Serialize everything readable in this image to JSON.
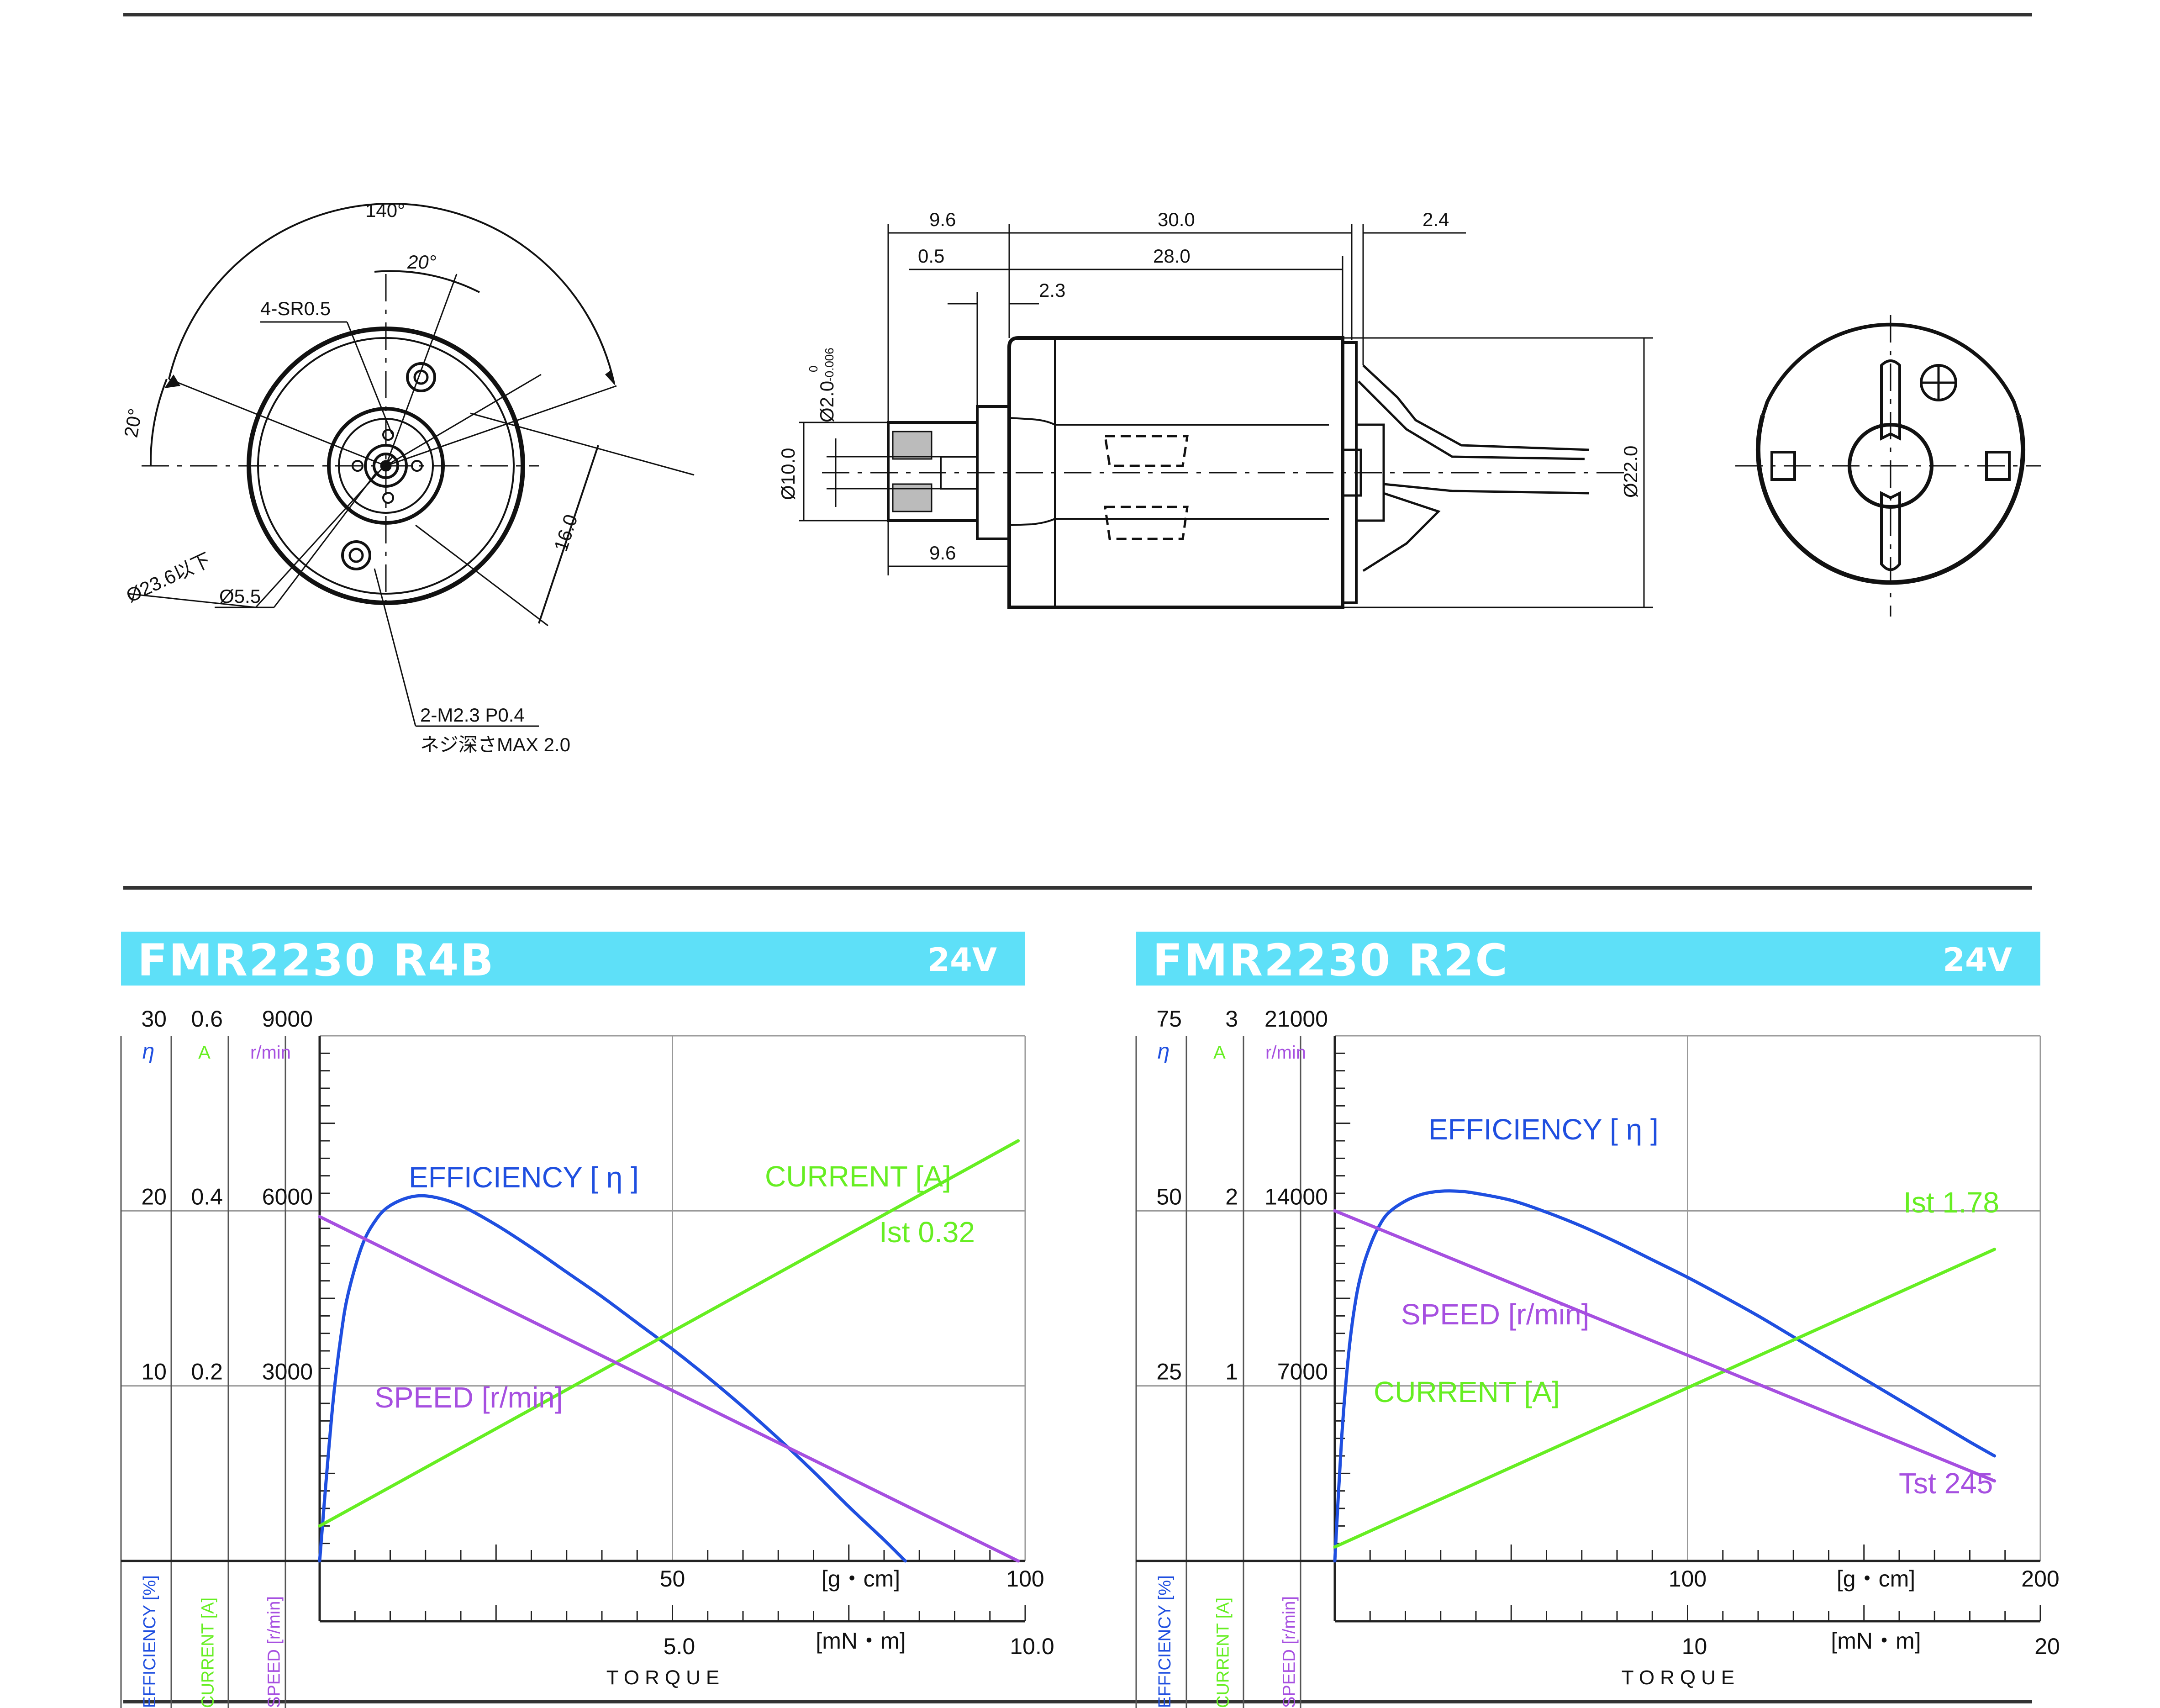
{
  "drawing": {
    "front_view": {
      "angle_140": "140°",
      "angle_20_top": "20°",
      "angle_20_left": "20°",
      "sr_label": "4-SR0.5",
      "dia_23_6": "Ø23.6以下",
      "dia_5_5": "Ø5.5",
      "dim_16": "16.0",
      "thread_1": "2-M2.3 P0.4",
      "thread_2": "ネジ深さMAX 2.0"
    },
    "side_view": {
      "dim_9_6_top": "9.6",
      "dim_30": "30.0",
      "dim_2_4": "2.4",
      "dim_0_5": "0.5",
      "dim_28": "28.0",
      "dim_2_3": "2.3",
      "shaft_dia": "Ø2.0",
      "shaft_tol_upper": "0",
      "shaft_tol_lower": "-0.006",
      "dia_10": "Ø10.0",
      "dia_22": "Ø22.0",
      "dim_9_6_bottom": "9.6"
    }
  },
  "legend_labels": {
    "efficiency": "EFFICIENCY [%]",
    "current": "CURRENT [A]",
    "speed": "SPEED [r/min]",
    "torque": "TORQUE",
    "eta_symbol": "η",
    "current_unit": "A",
    "speed_unit": "r/min"
  },
  "chart_data": [
    {
      "type": "line",
      "model": "FMR2230 R4B",
      "voltage": "24V",
      "x_gcm": {
        "max": 100,
        "ticks": [
          "50",
          "100"
        ],
        "unit": "[g・cm]"
      },
      "x_mnm": {
        "max": 10.0,
        "ticks": [
          "5.0",
          "10.0"
        ],
        "unit": "[mN・m]"
      },
      "axes": {
        "efficiency": {
          "max": 30,
          "ticks": [
            "30",
            "20",
            "10"
          ]
        },
        "current": {
          "max": 0.6,
          "ticks": [
            "0.6",
            "0.4",
            "0.2"
          ]
        },
        "speed": {
          "max": 9000,
          "ticks": [
            "9000",
            "6000",
            "3000"
          ]
        }
      },
      "series": [
        {
          "name": "EFFICIENCY [η]",
          "axis": "efficiency",
          "color": "#1f4fe0",
          "points": [
            [
              0,
              0
            ],
            [
              1,
              5
            ],
            [
              2,
              9.5
            ],
            [
              3,
              12.8
            ],
            [
              4,
              15.2
            ],
            [
              6,
              18
            ],
            [
              8,
              19.5
            ],
            [
              10,
              20.3
            ],
            [
              13,
              20.8
            ],
            [
              16,
              20.8
            ],
            [
              20,
              20.3
            ],
            [
              25,
              19.2
            ],
            [
              30,
              17.9
            ],
            [
              35,
              16.5
            ],
            [
              40,
              15.1
            ],
            [
              45,
              13.6
            ],
            [
              50,
              12.1
            ],
            [
              55,
              10.5
            ],
            [
              60,
              8.8
            ],
            [
              65,
              7
            ],
            [
              70,
              5.1
            ],
            [
              75,
              3.1
            ],
            [
              80,
              1.2
            ],
            [
              83,
              0
            ]
          ]
        },
        {
          "name": "CURRENT [A]",
          "axis": "current",
          "color": "#66ee22",
          "points": [
            [
              0,
              0.04
            ],
            [
              99,
              0.48
            ]
          ]
        },
        {
          "name": "SPEED [r/min]",
          "axis": "speed",
          "color": "#a64fe0",
          "points": [
            [
              0,
              5900
            ],
            [
              99,
              0
            ]
          ]
        }
      ],
      "labels": {
        "efficiency": "EFFICIENCY [ η ]",
        "current": "CURRENT [A]",
        "speed": "SPEED [r/min]",
        "stall_current": "Ist 0.32"
      }
    },
    {
      "type": "line",
      "model": "FMR2230 R2C",
      "voltage": "24V",
      "x_gcm": {
        "max": 200,
        "ticks": [
          "100",
          "200"
        ],
        "unit": "[g・cm]"
      },
      "x_mnm": {
        "max": 20,
        "ticks": [
          "10",
          "20"
        ],
        "unit": "[mN・m]"
      },
      "axes": {
        "efficiency": {
          "max": 75,
          "ticks": [
            "75",
            "50",
            "25"
          ]
        },
        "current": {
          "max": 3,
          "ticks": [
            "3",
            "2",
            "1"
          ]
        },
        "speed": {
          "max": 21000,
          "ticks": [
            "21000",
            "14000",
            "7000"
          ]
        }
      },
      "series": [
        {
          "name": "EFFICIENCY [η]",
          "axis": "efficiency",
          "color": "#1f4fe0",
          "points": [
            [
              0,
              0
            ],
            [
              2,
              18
            ],
            [
              4,
              30
            ],
            [
              6,
              37.5
            ],
            [
              8,
              42
            ],
            [
              10,
              45
            ],
            [
              12,
              47.3
            ],
            [
              15,
              49.6
            ],
            [
              20,
              51.4
            ],
            [
              25,
              52.4
            ],
            [
              30,
              52.8
            ],
            [
              35,
              52.8
            ],
            [
              40,
              52.5
            ],
            [
              50,
              51.5
            ],
            [
              60,
              49.8
            ],
            [
              70,
              47.8
            ],
            [
              80,
              45.5
            ],
            [
              90,
              43
            ],
            [
              100,
              40.5
            ],
            [
              110,
              37.8
            ],
            [
              120,
              35
            ],
            [
              130,
              32
            ],
            [
              140,
              29
            ],
            [
              150,
              26
            ],
            [
              160,
              23
            ],
            [
              170,
              20
            ],
            [
              180,
              17
            ],
            [
              187,
              15
            ]
          ]
        },
        {
          "name": "CURRENT [A]",
          "axis": "current",
          "color": "#66ee22",
          "points": [
            [
              0,
              0.08
            ],
            [
              187,
              1.78
            ]
          ]
        },
        {
          "name": "SPEED [r/min]",
          "axis": "speed",
          "color": "#a64fe0",
          "points": [
            [
              0,
              14000
            ],
            [
              187,
              3200
            ]
          ]
        }
      ],
      "labels": {
        "efficiency": "EFFICIENCY [ η ]",
        "current": "CURRENT [A]",
        "speed": "SPEED [r/min]",
        "stall_current": "Ist 1.78",
        "stall_torque": "Tst 245"
      }
    }
  ]
}
